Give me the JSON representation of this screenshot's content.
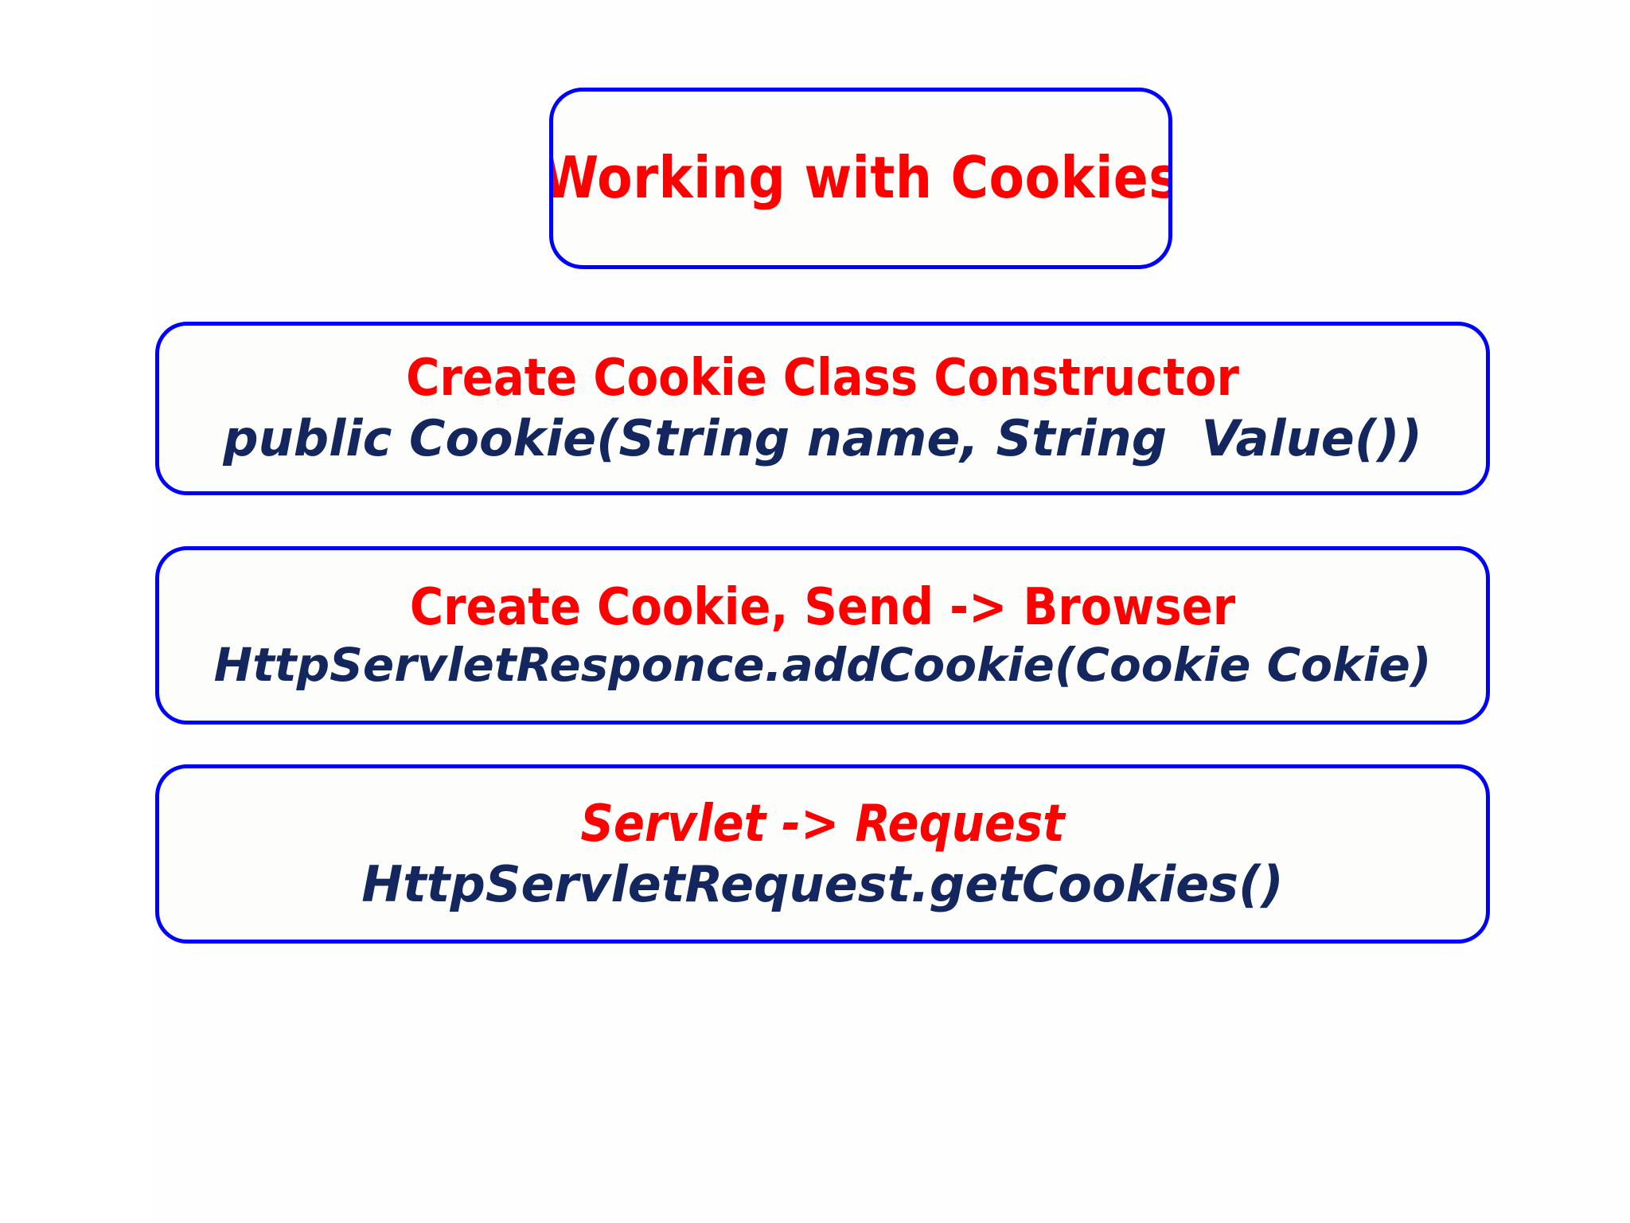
{
  "slide": {
    "background_color": "#ffffff",
    "border_color": "#0000FF",
    "heading_color": "#FF0000",
    "code_color": "#13275E"
  },
  "title": {
    "text": "Working with Cookies"
  },
  "boxes": [
    {
      "name": "constructor",
      "heading": "Create Cookie Class Constructor",
      "code": "public Cookie(String name, String  Value())"
    },
    {
      "name": "send-to-browser",
      "heading": "Create Cookie, Send -> Browser",
      "code": "HttpServletResponce.addCookie(Cookie Cokie)"
    },
    {
      "name": "servlet-request",
      "heading": "Servlet -> Request",
      "code": "HttpServletRequest.getCookies()"
    }
  ]
}
